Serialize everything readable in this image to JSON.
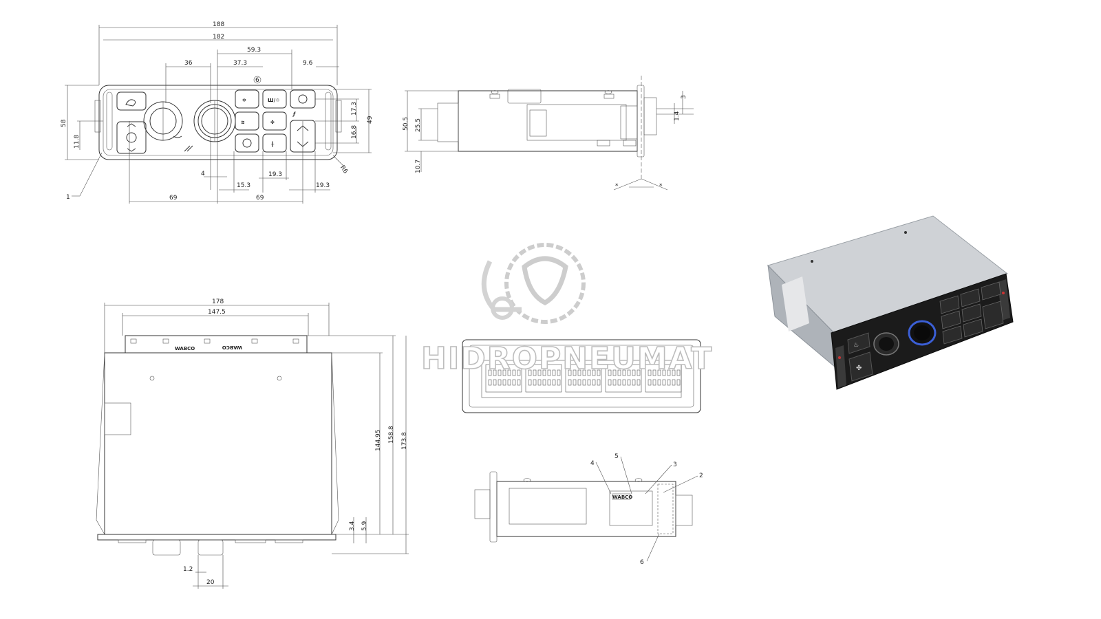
{
  "front_view": {
    "dims": {
      "d188": "188",
      "d182": "182",
      "d59_3": "59.3",
      "d36": "36",
      "d37_3": "37.3",
      "d9_6": "9.6",
      "d58": "58",
      "d11_8": "11.8",
      "d17_3": "17.3",
      "d49": "49",
      "d16_8": "16.8",
      "dR6": "R6",
      "d4": "4",
      "d15_3": "15.3",
      "d19_3a": "19.3",
      "d19_3b": "19.3",
      "d69a": "69",
      "d69b": "69"
    },
    "callouts": {
      "c1": "1",
      "c6": "6"
    }
  },
  "side_view": {
    "dims": {
      "d50_5": "50.5",
      "d25_5": "25.5",
      "d10_7": "10.7",
      "d3": "3",
      "d1_4": "1.4",
      "star1": "*",
      "star2": "*"
    }
  },
  "top_view": {
    "dims": {
      "d178": "178",
      "d147_5": "147.5",
      "d144_95": "144.95",
      "d158_8": "158.8",
      "d173_8": "173.8",
      "d3_4": "3.4",
      "d5_9": "5.9",
      "d1_2": "1.2",
      "d20": "20"
    },
    "brand_left": "WABCO",
    "brand_right": "WABCO"
  },
  "lower_view": {
    "callouts": {
      "c2": "2",
      "c3": "3",
      "c4": "4",
      "c5": "5",
      "c6": "6"
    },
    "brand": "WABCO"
  },
  "watermark": {
    "text": "HIDROPNEUMAT"
  },
  "colors": {
    "line": "#333333",
    "photo_body": "#c9ccd1",
    "photo_face": "#1b1b1b"
  },
  "icons": [
    "seat-heat-icon",
    "fan-icon",
    "defrost-icon",
    "air-recirculation-icon",
    "snowflake-icon",
    "temperature-icon",
    "clock-icon",
    "arrow-up-icon",
    "arrow-down-icon"
  ]
}
